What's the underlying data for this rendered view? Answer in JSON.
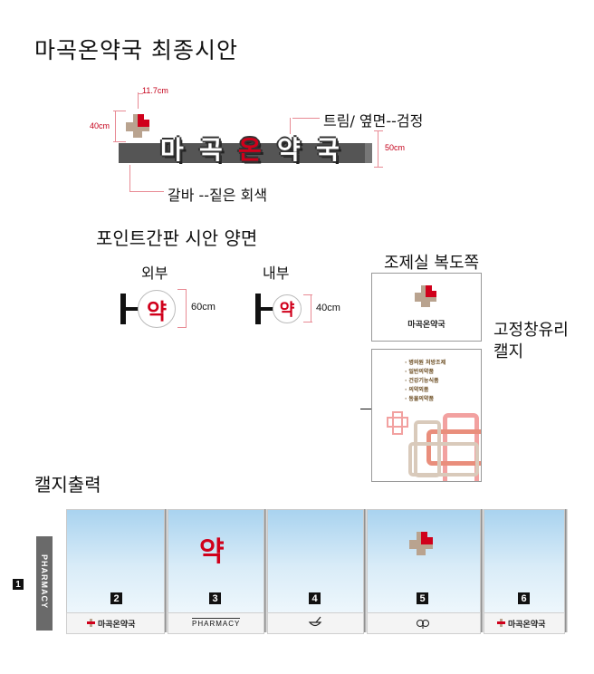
{
  "title": "마곡온약국 최종시안",
  "main_sign": {
    "chars": [
      "마",
      "곡",
      "온",
      "약",
      "국"
    ],
    "dim_width": "11.7cm",
    "dim_height_left": "40cm",
    "dim_height_right": "50cm",
    "trim_note": "트림/ 옆면--검정",
    "bar_note": "갈바 --짙은 회색"
  },
  "point_sign": {
    "title": "포인트간판 시안 양면",
    "outer_label": "외부",
    "inner_label": "내부",
    "char": "약",
    "outer_dim": "60cm",
    "inner_dim": "40cm"
  },
  "prep_room": {
    "title": "조제실 복도쪽",
    "brand": "마곡온약국"
  },
  "fixed_glass": {
    "title": "고정창유리",
    "subtitle": "캘지",
    "list": [
      "· 병의원 처방조제",
      "· 일반의약품",
      "· 건강기능식품",
      "· 의약외품",
      "· 동물의약품"
    ]
  },
  "calji": {
    "title": "캘지출력",
    "side_panel": {
      "number": "1",
      "text": "PHARMACY"
    },
    "panels": [
      {
        "number": "2",
        "caption": "마곡온약국"
      },
      {
        "number": "3",
        "main": "약",
        "caption": "PHARMACY"
      },
      {
        "number": "4",
        "caption": ""
      },
      {
        "number": "5",
        "caption": ""
      },
      {
        "number": "6",
        "caption": "마곡온약국"
      }
    ]
  },
  "colors": {
    "brand_red": "#d0001b",
    "brand_tan": "#b9a38f",
    "bar_gray": "#555555"
  }
}
